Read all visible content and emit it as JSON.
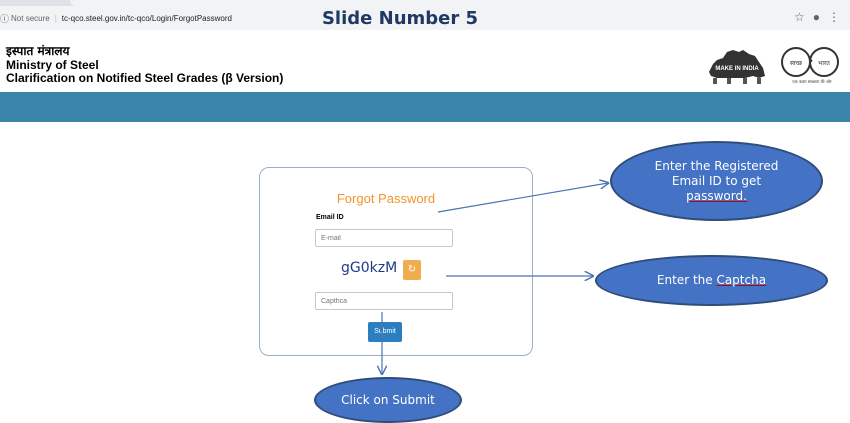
{
  "browser": {
    "security_label": "Not secure",
    "url": "tc-qco.steel.gov.in/tc-qco/Login/ForgotPassword",
    "bookmark_icon": "star-icon",
    "account_icon": "account-icon",
    "menu_icon": "more-vert-icon"
  },
  "slide": {
    "title": "Slide Number 5"
  },
  "header": {
    "hindi_title": "इस्पात मंत्रालय",
    "ministry": "Ministry of Steel",
    "portal_title": "Clarification on Notified Steel Grades (β Version)",
    "logo_make_in_india": "MAKE IN INDIA",
    "logo_swachh_a": "स्वच्छ",
    "logo_swachh_b": "भारत",
    "logo_swachh_tagline": "एक कदम स्वच्छता की ओर"
  },
  "form": {
    "title": "Forgot Password",
    "email_label": "Email ID",
    "email_placeholder": "E-mail",
    "captcha_text": "gG0kzM",
    "captcha_placeholder": "Capthca",
    "submit_label": "Submit"
  },
  "callouts": {
    "email_line1": "Enter the Registered",
    "email_line2": "Email ID to get",
    "email_line3": "password.",
    "captcha_prefix": "Enter the ",
    "captcha_word": "Captcha",
    "submit": "Click on Submit"
  },
  "colors": {
    "accent_blue_bar": "#3b84a9",
    "form_title_orange": "#f0962c",
    "submit_blue": "#2b7fc1",
    "callout_fill": "#4472c4",
    "slide_title": "#1f3864"
  }
}
